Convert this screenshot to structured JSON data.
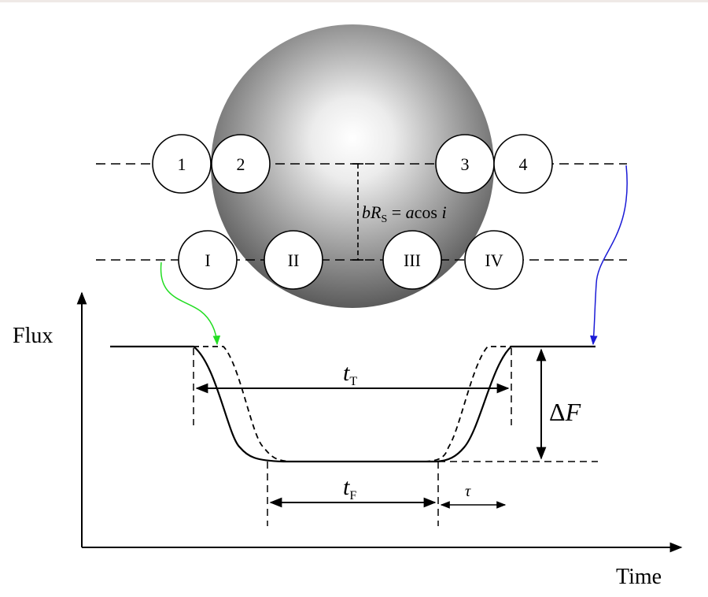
{
  "figure": {
    "axis": {
      "y_label": "Flux",
      "x_label": "Time"
    },
    "contact_points_upper": [
      "1",
      "2",
      "3",
      "4"
    ],
    "contact_points_lower": [
      "I",
      "II",
      "III",
      "IV"
    ],
    "impact_parameter": {
      "b": "b",
      "R": "R",
      "sub": "S",
      "rest": " = ",
      "a": "a",
      "cos": "cos ",
      "i": "i"
    },
    "transit_total": {
      "t": "t",
      "sub": "T"
    },
    "transit_full": {
      "t": "t",
      "sub": "F"
    },
    "ingress": {
      "tau": "τ"
    },
    "depth": {
      "delta": "Δ",
      "F": "F"
    },
    "colors": {
      "star_center": "#ffffff",
      "star_edge": "#5a5a5a",
      "green_arrow": "#22dd22",
      "blue_arrow": "#1b1bd6",
      "line": "#000000"
    }
  }
}
